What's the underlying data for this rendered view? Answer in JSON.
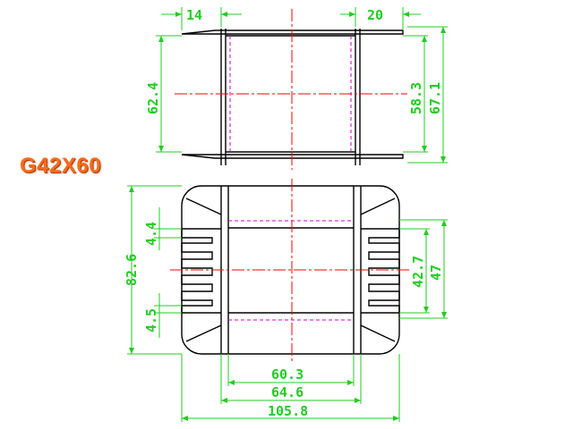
{
  "title": "G42X60",
  "colors": {
    "outline": "#000000",
    "dimension": "#22cc22",
    "centerline": "#ff0000",
    "hidden": "#cc00cc",
    "title": "#ff6a1a"
  },
  "dimensions": {
    "top_left_flange": "14",
    "top_right_flange": "20",
    "top_height_left": "62.4",
    "top_inner_height": "58.3",
    "top_outer_height": "67.1",
    "front_height": "82.6",
    "front_pin_top": "4.4",
    "front_pin_bottom": "4.5",
    "front_inner": "42.7",
    "front_outer": "47",
    "width_inner": "60.3",
    "width_mid": "64.6",
    "width_total": "105.8"
  }
}
